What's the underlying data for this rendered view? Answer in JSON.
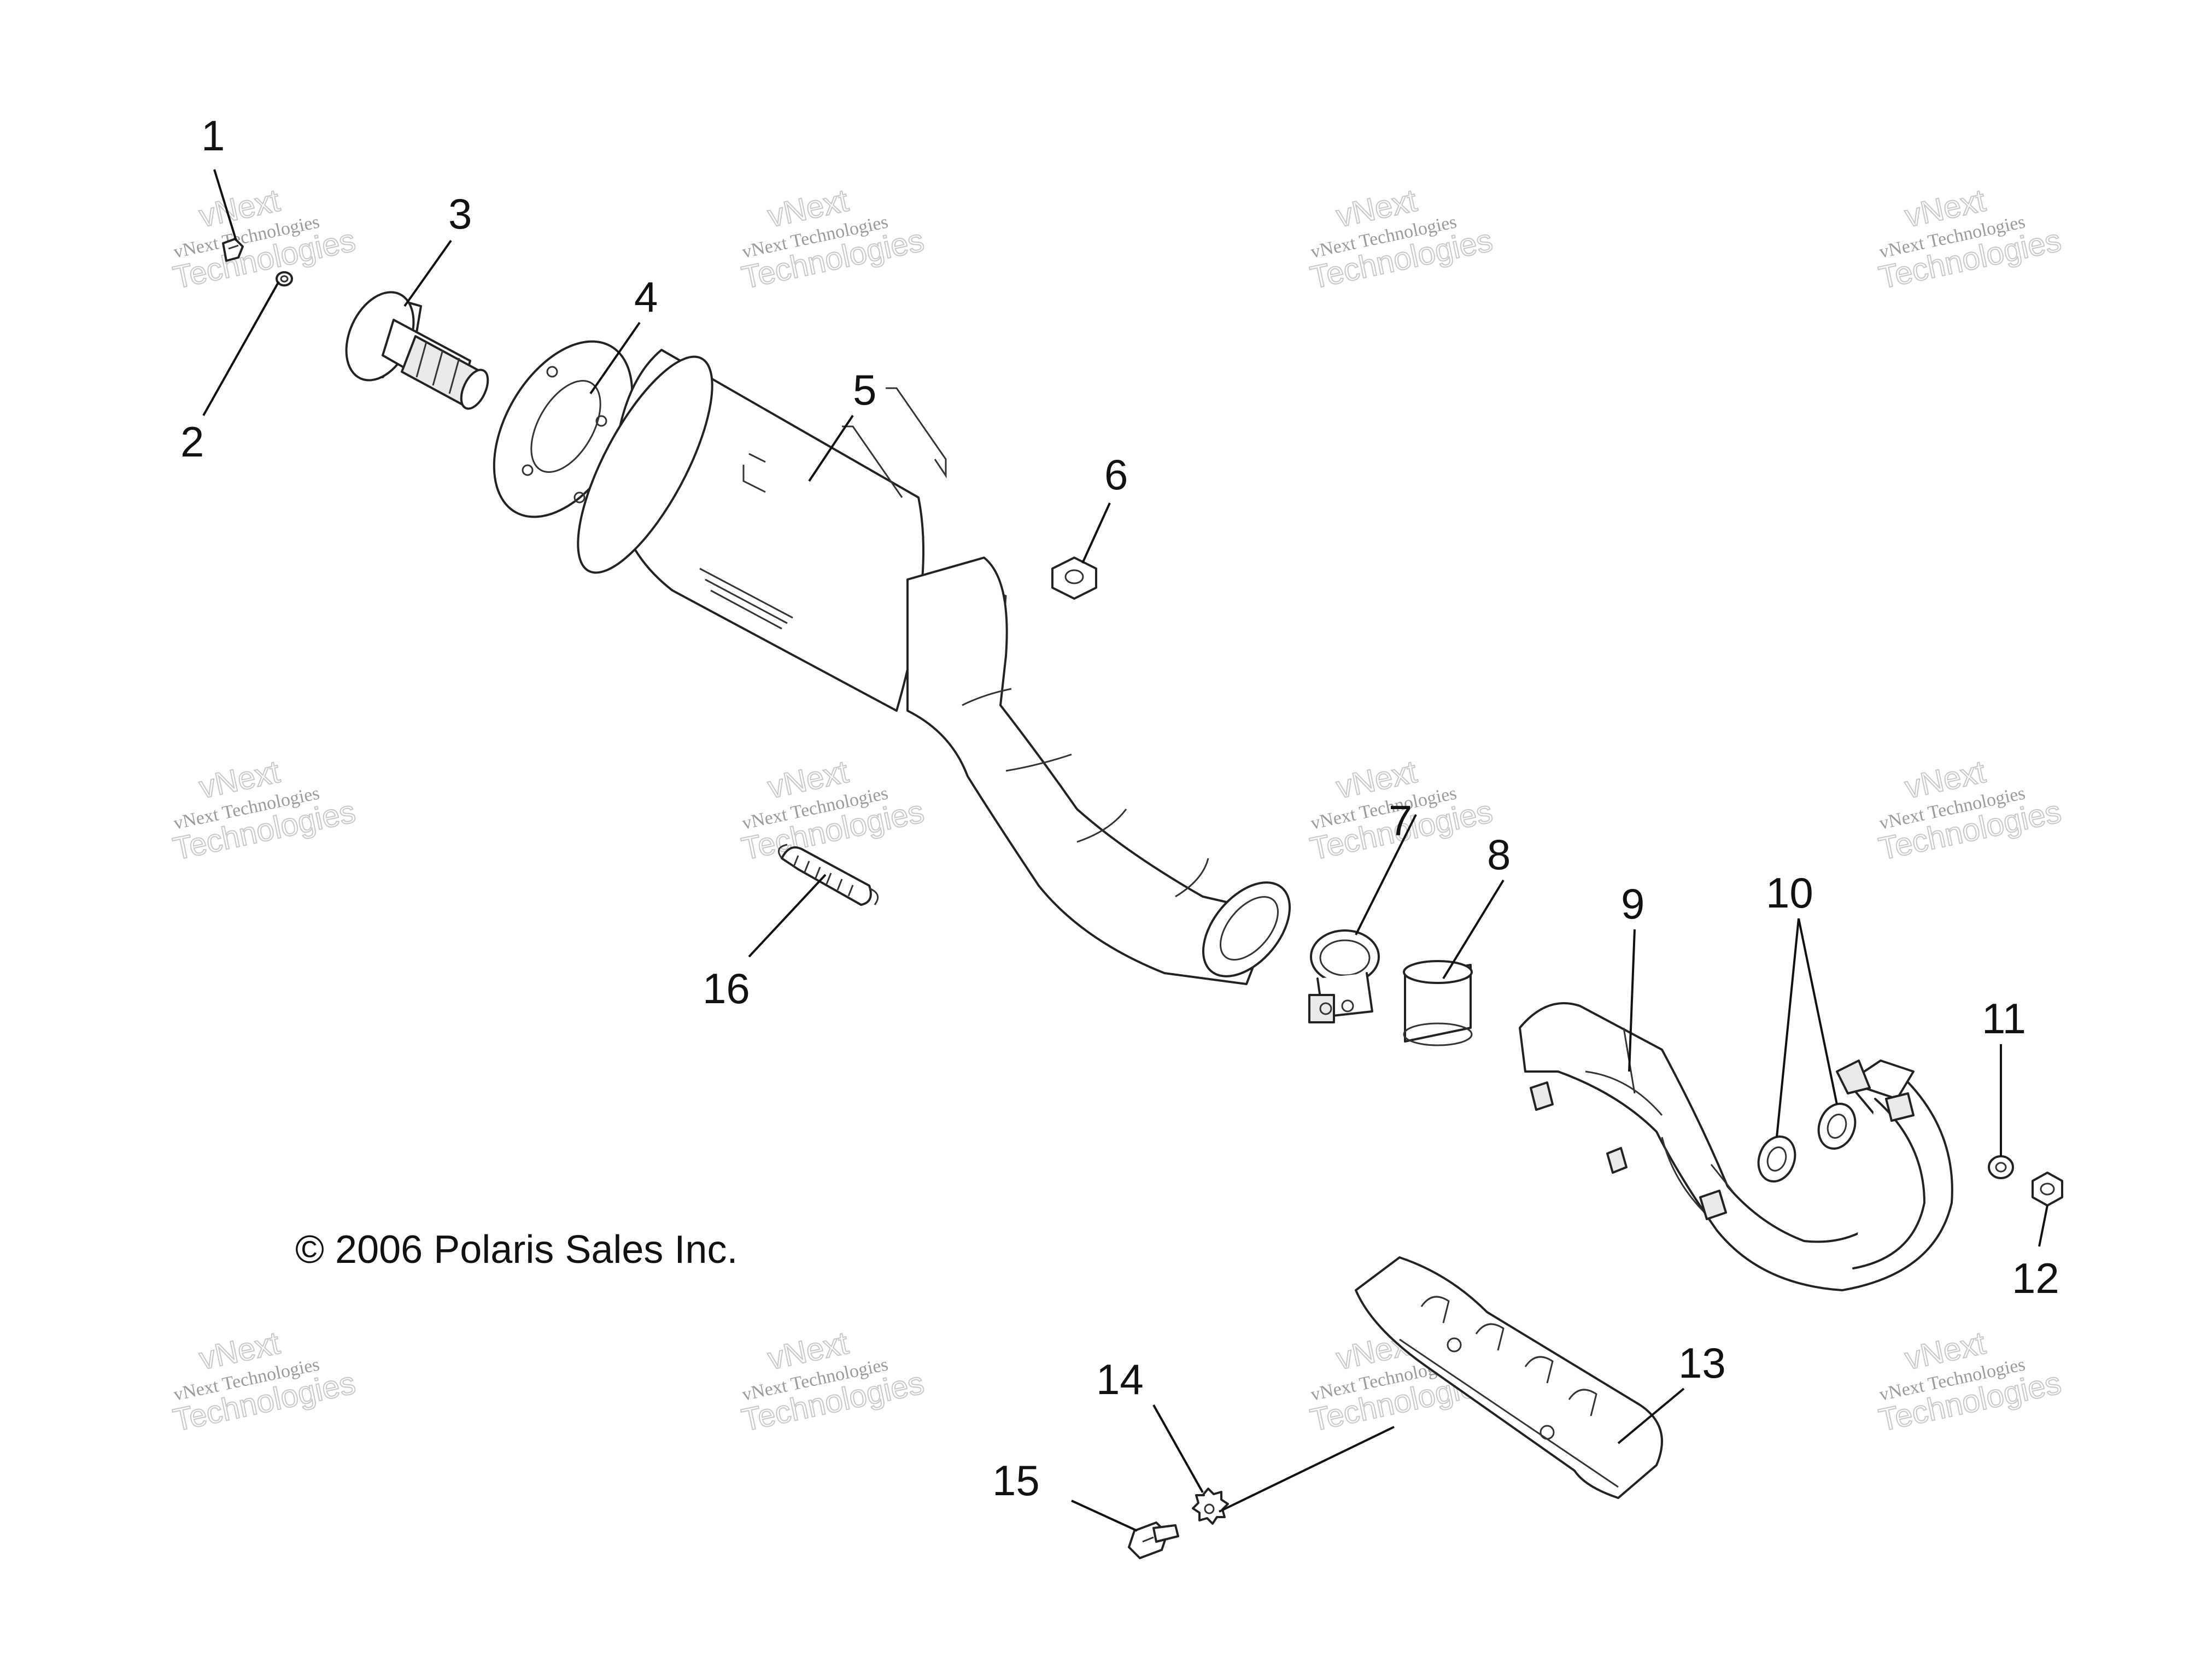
{
  "diagram": {
    "copyright": "© 2006 Polaris Sales Inc.",
    "callouts": [
      "1",
      "2",
      "3",
      "4",
      "5",
      "6",
      "7",
      "8",
      "9",
      "10",
      "11",
      "12",
      "13",
      "14",
      "15",
      "16"
    ],
    "watermark": {
      "line1": "vNext",
      "line2": "vNext Technologies",
      "line3": "Technologies"
    }
  }
}
